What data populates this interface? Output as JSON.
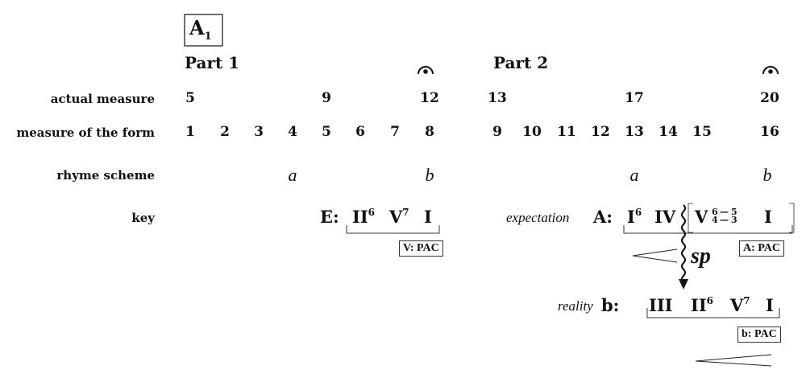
{
  "section_label": {
    "main": "A",
    "sub": "1"
  },
  "parts": [
    "Part 1",
    "Part 2"
  ],
  "rows": {
    "actual": "actual measure",
    "form": "measure of the form",
    "rhyme": "rhyme scheme",
    "key": "key"
  },
  "actual_measures": [
    "5",
    "9",
    "12",
    "13",
    "17",
    "20"
  ],
  "form_measures": [
    "1",
    "2",
    "3",
    "4",
    "5",
    "6",
    "7",
    "8",
    "9",
    "10",
    "11",
    "12",
    "13",
    "14",
    "15",
    "16"
  ],
  "rhyme": [
    "a",
    "b",
    "a",
    "b"
  ],
  "part1_key": {
    "key": "E:",
    "chords": [
      "II",
      "V",
      "I"
    ],
    "figures": [
      "6",
      "7"
    ],
    "cadence": "V: PAC"
  },
  "expectation": {
    "label": "expectation",
    "key": "A:",
    "chords": [
      "I",
      "IV",
      "V",
      "I"
    ],
    "figures": [
      "6",
      "6",
      "4",
      "5",
      "3"
    ],
    "cadence": "A: PAC"
  },
  "dynamic": "sp",
  "reality": {
    "label": "reality",
    "key": "b:",
    "chords": [
      "III",
      "II",
      "V",
      "I"
    ],
    "figures": [
      "6",
      "7"
    ],
    "cadence": "b: PAC"
  }
}
